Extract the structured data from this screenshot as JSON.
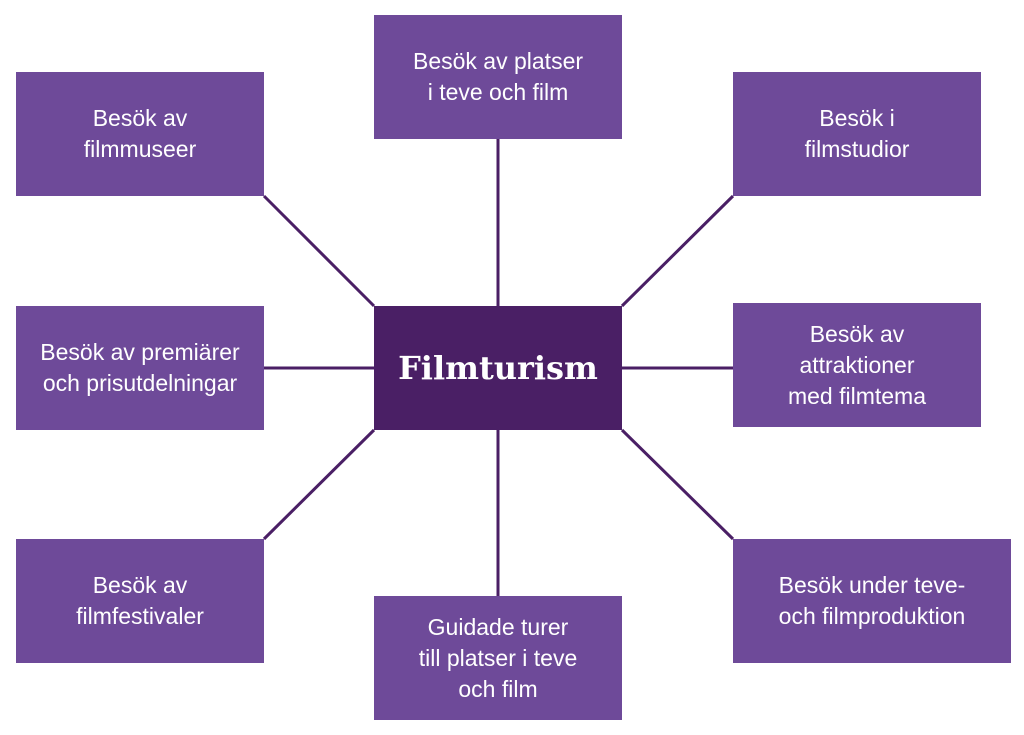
{
  "colors": {
    "center_fill": "#4a1f65",
    "node_fill": "#6e4a99",
    "connector": "#4a1f65"
  },
  "center": {
    "label": "Filmturism"
  },
  "nodes": {
    "top": {
      "label": "Besök av platser\ni teve och film"
    },
    "top_left": {
      "label": "Besök av\nfilmmuseer"
    },
    "top_right": {
      "label": "Besök i\nfilmstudior"
    },
    "left": {
      "label": "Besök av premiärer\noch prisutdelningar"
    },
    "right": {
      "label": "Besök av\nattraktioner\nmed filmtema"
    },
    "bottom_left": {
      "label": "Besök av\nfilmfestivaler"
    },
    "bottom_right": {
      "label": "Besök under teve-\noch filmproduktion"
    },
    "bottom": {
      "label": "Guidade turer\ntill platser i teve\noch film"
    }
  }
}
